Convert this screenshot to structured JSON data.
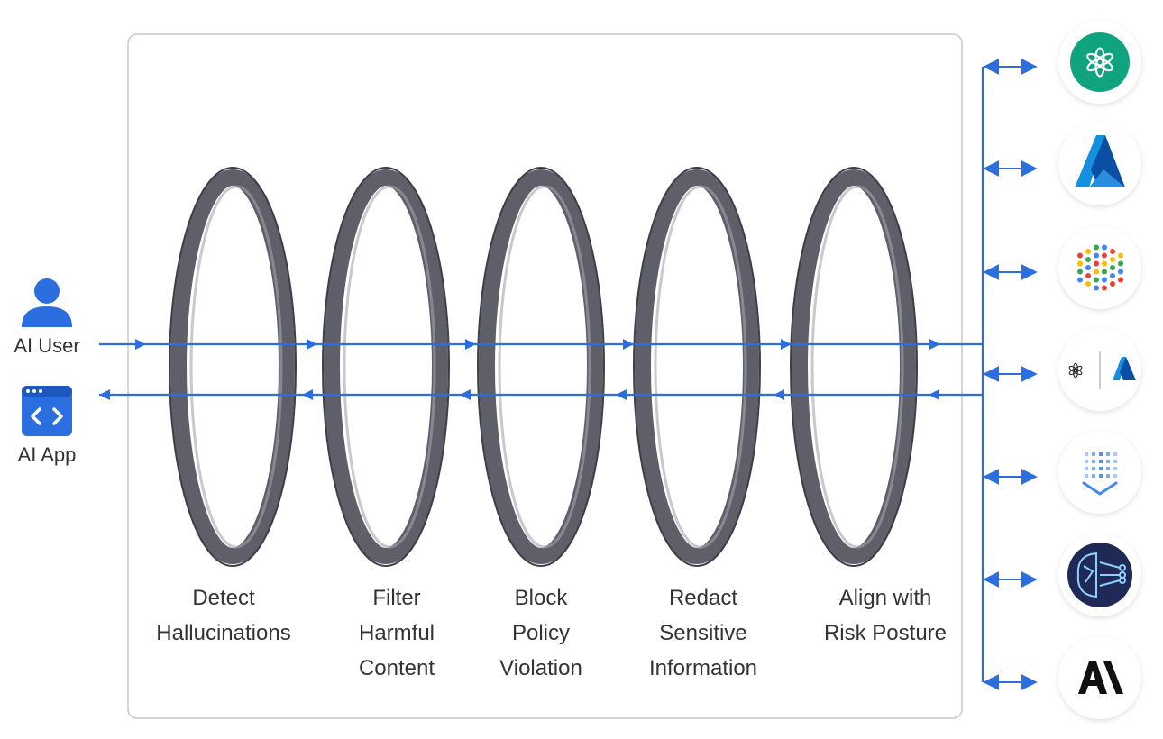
{
  "clients": [
    {
      "label": "AI User",
      "icon": "user-icon"
    },
    {
      "label": "AI App",
      "icon": "code-window-icon"
    }
  ],
  "filters": [
    {
      "lines": [
        "Detect",
        "Hallucinations"
      ]
    },
    {
      "lines": [
        "Filter",
        "Harmful",
        "Content"
      ]
    },
    {
      "lines": [
        "Block",
        "Policy",
        "Violation"
      ]
    },
    {
      "lines": [
        "Redact",
        "Sensitive",
        "Information"
      ]
    },
    {
      "lines": [
        "Align with",
        "Risk Posture"
      ]
    }
  ],
  "providers": [
    {
      "icon": "openai-logo-icon"
    },
    {
      "icon": "azure-logo-icon"
    },
    {
      "icon": "gemini-dots-logo-icon"
    },
    {
      "icon": "azure-openai-logo-icon"
    },
    {
      "icon": "vertex-ai-logo-icon"
    },
    {
      "icon": "ai-brain-chip-logo-icon"
    },
    {
      "icon": "anthropic-logo-icon"
    }
  ],
  "colors": {
    "arrow": "#2b6ee0",
    "ring": "#5f5f6a",
    "ring_edge": "#3e3e46",
    "openai": "#10a37f",
    "azure": "#0f6cbd",
    "brain_bg": "#1e2a55",
    "brain_line": "#8fd0ff"
  }
}
